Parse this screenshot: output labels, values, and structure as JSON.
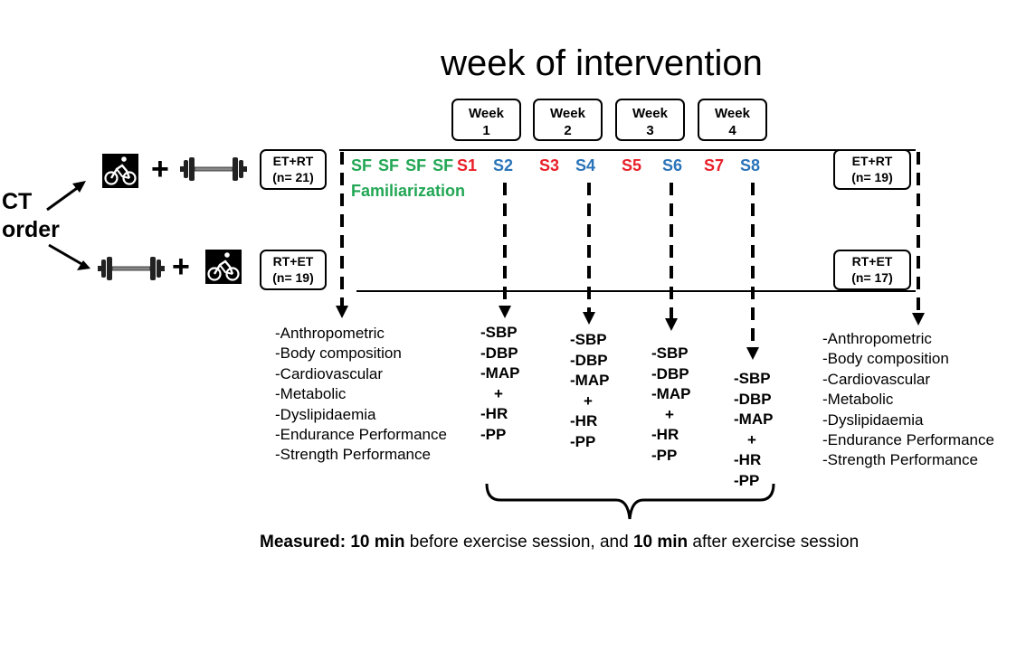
{
  "title": "week of intervention",
  "weeks": [
    "Week\n1",
    "Week\n2",
    "Week\n3",
    "Week\n4"
  ],
  "ct_order": {
    "line1": "CT",
    "line2": "order"
  },
  "plus": "+",
  "groups_start": [
    {
      "name": "ET+RT",
      "n": "(n= 21)"
    },
    {
      "name": "RT+ET",
      "n": "(n= 19)"
    }
  ],
  "groups_end": [
    {
      "name": "ET+RT",
      "n": "(n= 19)"
    },
    {
      "name": "RT+ET",
      "n": "(n= 17)"
    }
  ],
  "sessions": {
    "familiarization_sessions": [
      "SF",
      "SF",
      "SF",
      "SF"
    ],
    "familiarization_label": "Familiarization",
    "s1": "S1",
    "s2": "S2",
    "s3": "S3",
    "s4": "S4",
    "s5": "S5",
    "s6": "S6",
    "s7": "S7",
    "s8": "S8"
  },
  "colors": {
    "familiarization": "#22a755",
    "odd_sessions": "#e8202a",
    "even_sessions": "#2a74b9"
  },
  "icons": [
    "bicycle-icon",
    "barbell-icon"
  ],
  "assessments": [
    "-Anthropometric",
    "-Body composition",
    "-Cardiovascular",
    "-Metabolic",
    "-Dyslipidaemia",
    "-Endurance Performance",
    "-Strength Performance"
  ],
  "bp_measures": [
    "-SBP",
    "-DBP",
    "-MAP",
    "+",
    "-HR",
    "-PP"
  ],
  "measured": {
    "label": "Measured:",
    "t1": "10 min",
    "m1": " before exercise session, and ",
    "t2": "10 min",
    "m2": " after exercise session"
  }
}
